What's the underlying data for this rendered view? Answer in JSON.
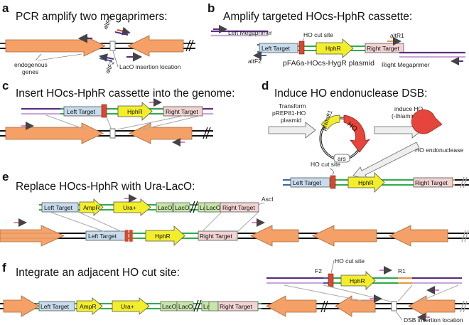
{
  "panels": {
    "a": {
      "letter": "a",
      "title": "PCR amplify two megaprimers:",
      "altR1": "altR1",
      "altF2": "altF2",
      "endogenous": "endogenous",
      "genes": "genes",
      "laco_loc": "LacO insertion location"
    },
    "b": {
      "letter": "b",
      "title": "Amplify targeted HOcs-HphR cassette:",
      "left_mega": "Left Megaprimer",
      "ho_cut": "HO cut site",
      "altR1": "altR1",
      "altF2": "altF2",
      "left_target": "Left Target",
      "hphr": "HphR",
      "right_target": "Right Target",
      "plasmid": "pFA6a-HOcs-HygR plasmid",
      "right_mega": "Right Megaprimer"
    },
    "c": {
      "letter": "c",
      "title": "Insert HOcs-HphR cassette into the genome:",
      "left_target": "Left Target",
      "hphr": "HphR",
      "right_target": "Right Target"
    },
    "d": {
      "letter": "d",
      "title": "Induce HO endonuclease DSB:",
      "transform1": "Transform",
      "transform2": "pREP81-HO",
      "transform3": "plasmid",
      "pnmt": "pNmt81",
      "ho": "HO",
      "ars": "ars",
      "induce1": "induce HO",
      "induce2": "(-thiamine)",
      "ho_endo": "HO endonuclease",
      "ho_cut": "HO cut site",
      "left_target": "Left Target",
      "hphr": "HphR",
      "right_target": "Right Target"
    },
    "e": {
      "letter": "e",
      "title": "Replace HOcs-HphR with Ura-LacO:",
      "asci": "AscI",
      "left_target": "Left Target",
      "ampr": "AmpR",
      "ura": "Ura+",
      "laco": "LacO",
      "right_target": "Right Target",
      "left_target2": "Left Target",
      "hphr": "HphR",
      "right_target2": "Right Target"
    },
    "f": {
      "letter": "f",
      "title": "Integrate an adjacent HO cut site:",
      "ho_cut": "HO cut site",
      "f2": "F2",
      "r1": "R1",
      "hphr": "HphR",
      "left_target": "Left Target",
      "ampr": "AmpR",
      "ura": "Ura+",
      "laco": "LacO",
      "right_target": "Right Target",
      "dsb_loc": "DSB insertion location"
    }
  },
  "colors": {
    "gene": "#f4a066",
    "yellow": "#f3ee2a",
    "green_box": "#c6e5a8",
    "blue_box": "#c7dced",
    "pink_box": "#f2d3d3",
    "red_site": "#d9472f",
    "green_line": "#2fab4a",
    "purple": "#5b2d82",
    "light_purple": "#c8a8d8",
    "pink_primer": "#e07ad0",
    "blue_line": "#3d63b0",
    "orange_line": "#e89a3c"
  }
}
